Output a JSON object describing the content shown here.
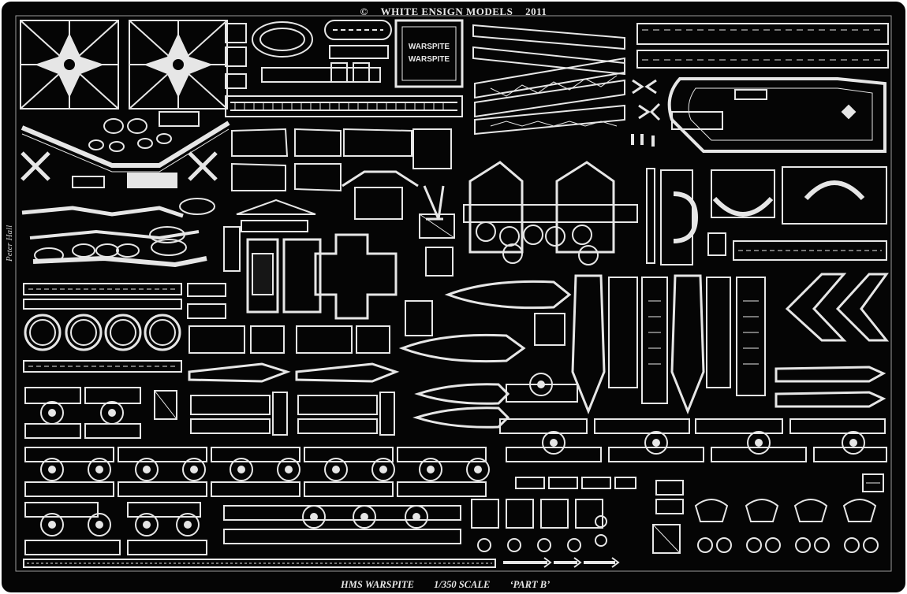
{
  "header": {
    "copyright": "©",
    "maker": "WHITE ENSIGN MODELS",
    "year": "2011"
  },
  "footer": {
    "ship": "HMS WARSPITE",
    "scale": "1/350 SCALE",
    "part": "‘PART B’"
  },
  "parts": {
    "nameplate_lines": [
      "WARSPITE",
      "WARSPITE"
    ]
  },
  "signature": "Peter Hall",
  "colors": {
    "background": "#050505",
    "etch": "#e6e6e6",
    "frame": "#ffffff"
  }
}
